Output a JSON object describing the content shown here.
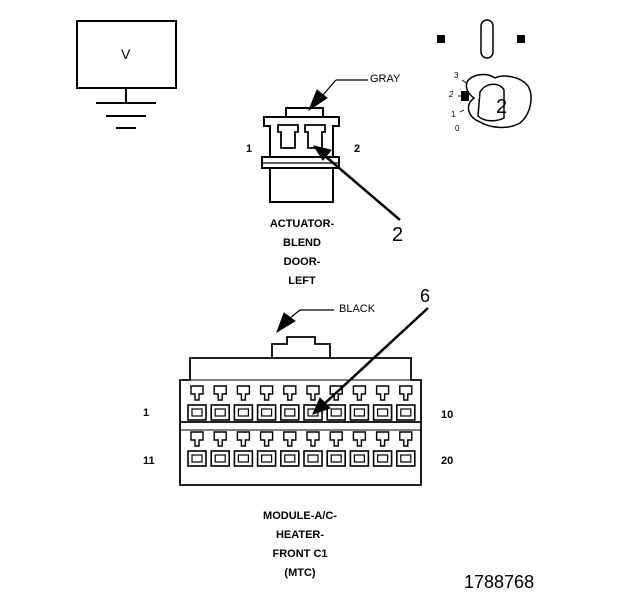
{
  "meter": {
    "symbol": "V"
  },
  "actuator": {
    "wire_color": "GRAY",
    "pin_left": "1",
    "pin_right": "2",
    "callout": "2",
    "name_lines": [
      "ACTUATOR-",
      "BLEND",
      "DOOR-",
      "LEFT"
    ]
  },
  "probe_inset": {
    "callout": "2",
    "ticks": [
      "3",
      "2",
      "1",
      "0"
    ]
  },
  "module": {
    "wire_color": "BLACK",
    "callout": "6",
    "pin_top_left": "1",
    "pin_top_right": "10",
    "pin_bottom_left": "11",
    "pin_bottom_right": "20",
    "name_lines": [
      "MODULE-A/C-",
      "HEATER-",
      "FRONT C1",
      "(MTC)"
    ]
  },
  "figure_number": "1788768"
}
